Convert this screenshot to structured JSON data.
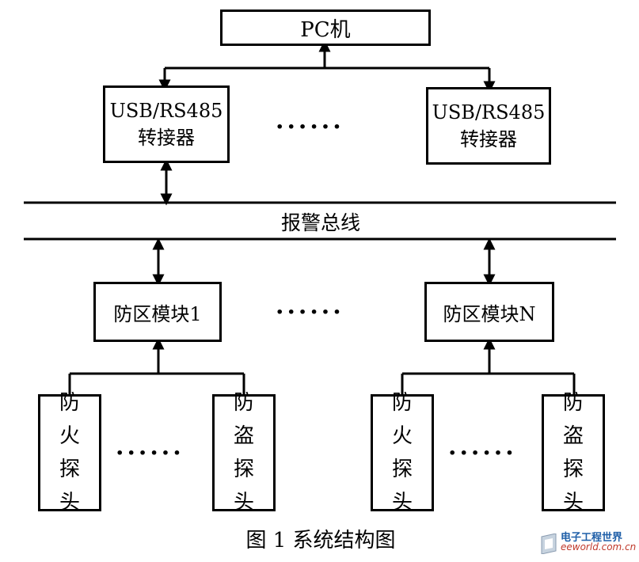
{
  "pc": {
    "label": "PC机"
  },
  "converters": [
    {
      "line1": "USB/RS485",
      "line2": "转接器"
    },
    {
      "line1": "USB/RS485",
      "line2": "转接器"
    }
  ],
  "ellipsis": "······",
  "bus": {
    "label": "报警总线"
  },
  "zone_modules": [
    {
      "label": "防区模块1"
    },
    {
      "label": "防区模块N"
    }
  ],
  "detectors": [
    {
      "chars": [
        "防",
        "火",
        "探",
        "头"
      ]
    },
    {
      "chars": [
        "防",
        "盗",
        "探",
        "头"
      ]
    },
    {
      "chars": [
        "防",
        "火",
        "探",
        "头"
      ]
    },
    {
      "chars": [
        "防",
        "盗",
        "探",
        "头"
      ]
    }
  ],
  "caption": "图 1 系统结构图",
  "watermark": {
    "cn": "电子工程世界",
    "en": "eeworld.com.cn"
  },
  "colors": {
    "line": "#000000",
    "watermark_blue": "#1f5fa8",
    "watermark_red": "#c0392b"
  }
}
